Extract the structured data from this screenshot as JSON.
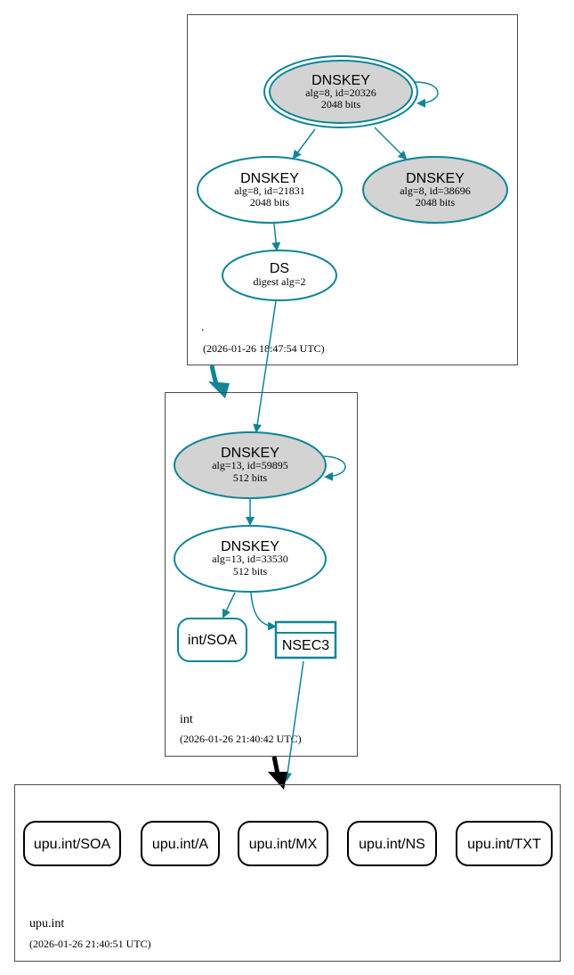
{
  "colors": {
    "edge": "#0f8597",
    "ksk_fill": "#d3d3d3",
    "zone_border": "#4d4d4d",
    "delegation_arrow": "#000000"
  },
  "zones": {
    "root": {
      "name": ".",
      "timestamp": "(2026-01-26 18:47:54 UTC)",
      "nodes": {
        "dnskey_20326": {
          "title": "DNSKEY",
          "line1": "alg=8, id=20326",
          "line2": "2048 bits"
        },
        "dnskey_21831": {
          "title": "DNSKEY",
          "line1": "alg=8, id=21831",
          "line2": "2048 bits"
        },
        "dnskey_38696": {
          "title": "DNSKEY",
          "line1": "alg=8, id=38696",
          "line2": "2048 bits"
        },
        "ds": {
          "title": "DS",
          "line1": "digest alg=2"
        }
      }
    },
    "int": {
      "name": "int",
      "timestamp": "(2026-01-26 21:40:42 UTC)",
      "nodes": {
        "dnskey_59895": {
          "title": "DNSKEY",
          "line1": "alg=13, id=59895",
          "line2": "512 bits"
        },
        "dnskey_33530": {
          "title": "DNSKEY",
          "line1": "alg=13, id=33530",
          "line2": "512 bits"
        },
        "soa": {
          "label": "int/SOA"
        },
        "nsec3": {
          "label": "NSEC3"
        }
      }
    },
    "upu": {
      "name": "upu.int",
      "timestamp": "(2026-01-26 21:40:51 UTC)",
      "records": [
        "upu.int/SOA",
        "upu.int/A",
        "upu.int/MX",
        "upu.int/NS",
        "upu.int/TXT"
      ]
    }
  }
}
